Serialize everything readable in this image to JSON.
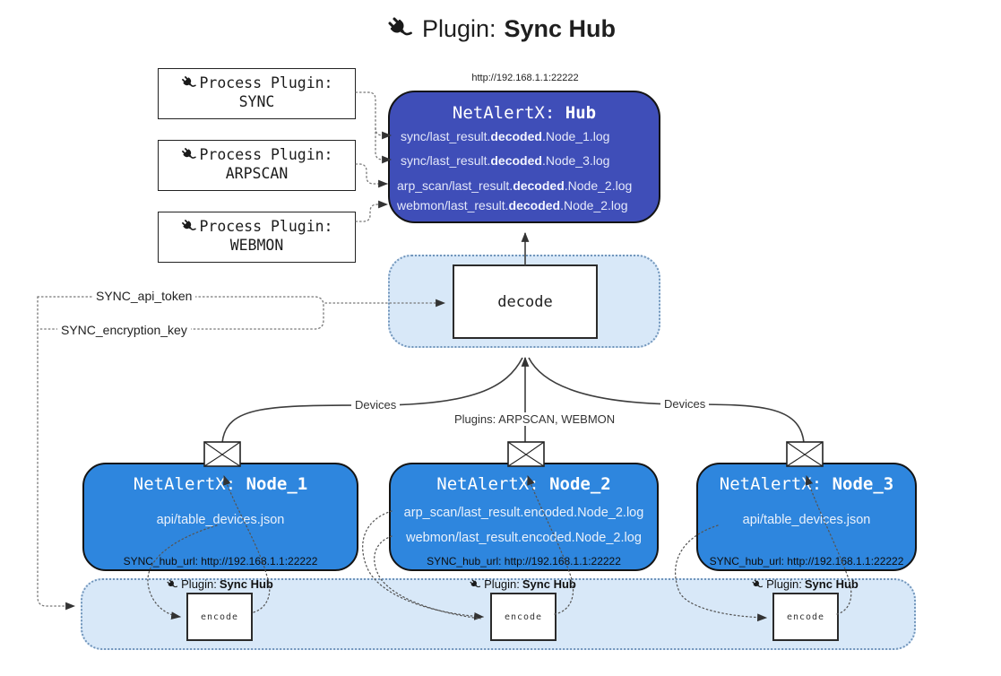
{
  "title": {
    "icon": "plug-icon",
    "label": "Plugin:",
    "name": "Sync Hub"
  },
  "hub": {
    "url": "http://192.168.1.1:22222",
    "prefix": "NetAlertX: ",
    "name": "Hub",
    "files": [
      {
        "pre": "sync/last_result.",
        "bold": "decoded",
        "post": ".Node_1.log"
      },
      {
        "pre": "sync/last_result.",
        "bold": "decoded",
        "post": ".Node_3.log"
      },
      {
        "pre": "arp_scan/last_result.",
        "bold": "decoded",
        "post": ".Node_2.log"
      },
      {
        "pre": "webmon/last_result.",
        "bold": "decoded",
        "post": ".Node_2.log"
      }
    ]
  },
  "process_plugins": [
    {
      "label": "Process Plugin:",
      "name": "SYNC"
    },
    {
      "label": "Process Plugin:",
      "name": "ARPSCAN"
    },
    {
      "label": "Process Plugin:",
      "name": "WEBMON"
    }
  ],
  "config": {
    "api_token": "SYNC_api_token",
    "encryption_key": "SYNC_encryption_key"
  },
  "decode": {
    "label": "decode"
  },
  "edge_labels": {
    "left": "Devices",
    "middle": "Plugins: ARPSCAN, WEBMON",
    "right": "Devices"
  },
  "nodes": [
    {
      "prefix": "NetAlertX: ",
      "name": "Node_1",
      "files": [
        "api/table_devices.json"
      ],
      "hub_url": "SYNC_hub_url: http://192.168.1.1:22222"
    },
    {
      "prefix": "NetAlertX: ",
      "name": "Node_2",
      "files": [
        "arp_scan/last_result.encoded.Node_2.log",
        "webmon/last_result.encoded.Node_2.log"
      ],
      "hub_url": "SYNC_hub_url: http://192.168.1.1:22222"
    },
    {
      "prefix": "NetAlertX: ",
      "name": "Node_3",
      "files": [
        "api/table_devices.json"
      ],
      "hub_url": "SYNC_hub_url: http://192.168.1.1:22222"
    }
  ],
  "encoders": [
    {
      "label": "Plugin: ",
      "name": "Sync Hub",
      "box": "encode"
    },
    {
      "label": "Plugin: ",
      "name": "Sync Hub",
      "box": "encode"
    },
    {
      "label": "Plugin: ",
      "name": "Sync Hub",
      "box": "encode"
    }
  ],
  "icons": {
    "title": "plug-icon",
    "mail": "envelope-icon"
  },
  "colors": {
    "hub": "#3f4eb8",
    "node": "#2e86de",
    "panel": "#d8e8f8",
    "panel_border": "#7195bb",
    "arrow": "#3d3d3d"
  }
}
